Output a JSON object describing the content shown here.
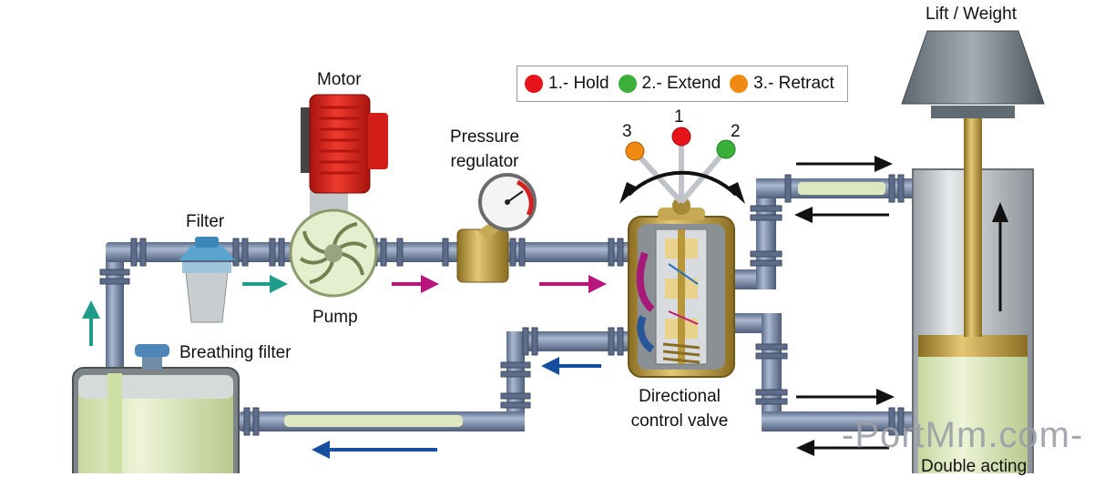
{
  "labels": {
    "motor": "Motor",
    "pressure_regulator_line1": "Pressure",
    "pressure_regulator_line2": "regulator",
    "filter": "Filter",
    "pump": "Pump",
    "breathing_filter": "Breathing filter",
    "lift_weight": "Lift / Weight",
    "directional_line1": "Directional",
    "directional_line2": "control valve",
    "double_acting": "Double acting"
  },
  "lever_positions": {
    "hold": "1",
    "retract": "3",
    "extend": "2"
  },
  "legend": [
    {
      "label": "1.- Hold",
      "color": "#e8141b"
    },
    {
      "label": "2.- Extend",
      "color": "#3ab03a"
    },
    {
      "label": "3.- Retract",
      "color": "#f08a12"
    }
  ],
  "watermark": "-PortMm.com-",
  "colors": {
    "pipe": "#7c8ca8",
    "fluid": "#dde8bf",
    "motor": "#e2231a",
    "arrow_pressure": "#b8167d",
    "arrow_return": "#164fa0",
    "arrow_suction": "#1f9c8c",
    "brass": "#b89a3e"
  }
}
